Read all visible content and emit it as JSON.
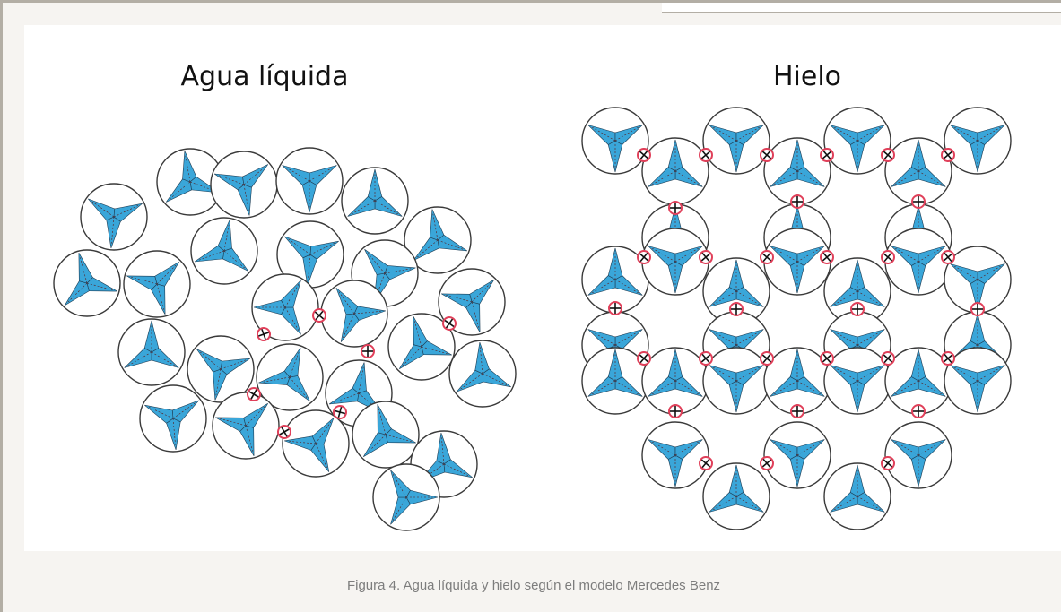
{
  "figure": {
    "left_title": "Agua líquida",
    "right_title": "Hielo",
    "caption": "Figura 4. Agua líquida y hielo según el modelo Mercedes Benz",
    "colors": {
      "molecule_arm": "#3aa6d9",
      "bond_ring": "#e0405a",
      "circle_outline": "#3a3a3a",
      "caption_text": "#7d7d7d",
      "frame_border": "#b3aea5"
    }
  }
}
